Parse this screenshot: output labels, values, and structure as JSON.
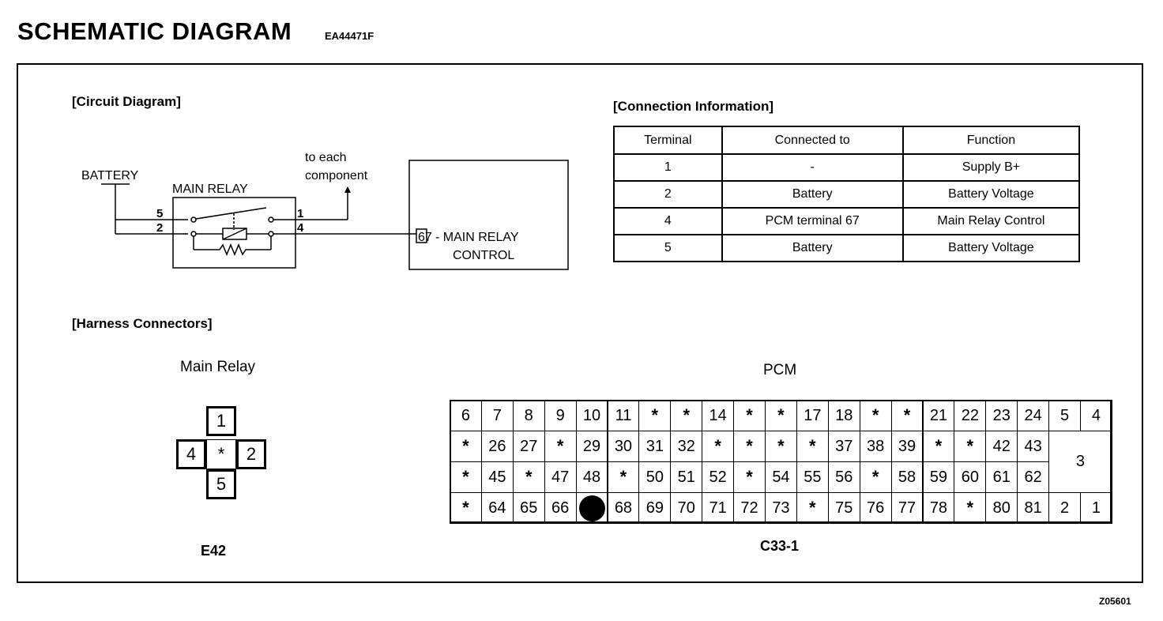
{
  "header": {
    "title": "SCHEMATIC DIAGRAM",
    "code": "EA44471F"
  },
  "sections": {
    "circuit": "[Circuit Diagram]",
    "connection": "[Connection Information]",
    "harness": "[Harness Connectors]"
  },
  "circuit": {
    "battery": "BATTERY",
    "main_relay": "MAIN RELAY",
    "to_each_line1": "to each",
    "to_each_line2": "component",
    "pin5": "5",
    "pin2": "2",
    "pin1": "1",
    "pin4": "4",
    "pcm_terminal": "67",
    "pcm_line1": "- MAIN RELAY",
    "pcm_line2": "CONTROL"
  },
  "connection_table": {
    "headers": [
      "Terminal",
      "Connected to",
      "Function"
    ],
    "rows": [
      [
        "1",
        "-",
        "Supply B+"
      ],
      [
        "2",
        "Battery",
        "Battery Voltage"
      ],
      [
        "4",
        "PCM terminal 67",
        "Main Relay Control"
      ],
      [
        "5",
        "Battery",
        "Battery Voltage"
      ]
    ]
  },
  "main_relay_connector": {
    "title": "Main Relay",
    "id": "E42",
    "top": "1",
    "left": "4",
    "center": "*",
    "right": "2",
    "bottom": "5"
  },
  "pcm_connector": {
    "title": "PCM",
    "id": "C33-1",
    "rows": [
      [
        "6",
        "7",
        "8",
        "9",
        "10",
        "11",
        "*",
        "*",
        "14",
        "*",
        "*",
        "17",
        "18",
        "*",
        "*",
        "21",
        "22",
        "23",
        "24",
        "5",
        "4"
      ],
      [
        "*",
        "26",
        "27",
        "*",
        "29",
        "30",
        "31",
        "32",
        "*",
        "*",
        "*",
        "*",
        "37",
        "38",
        "39",
        "*",
        "*",
        "42",
        "43"
      ],
      [
        "*",
        "45",
        "*",
        "47",
        "48",
        "*",
        "50",
        "51",
        "52",
        "*",
        "54",
        "55",
        "56",
        "*",
        "58",
        "59",
        "60",
        "61",
        "62"
      ],
      [
        "*",
        "64",
        "65",
        "66",
        "",
        "68",
        "69",
        "70",
        "71",
        "72",
        "73",
        "*",
        "75",
        "76",
        "77",
        "78",
        "*",
        "80",
        "81",
        "2",
        "1"
      ]
    ],
    "highlighted_pin": "67",
    "big_pin": "3"
  },
  "footer_code": "Z05601"
}
